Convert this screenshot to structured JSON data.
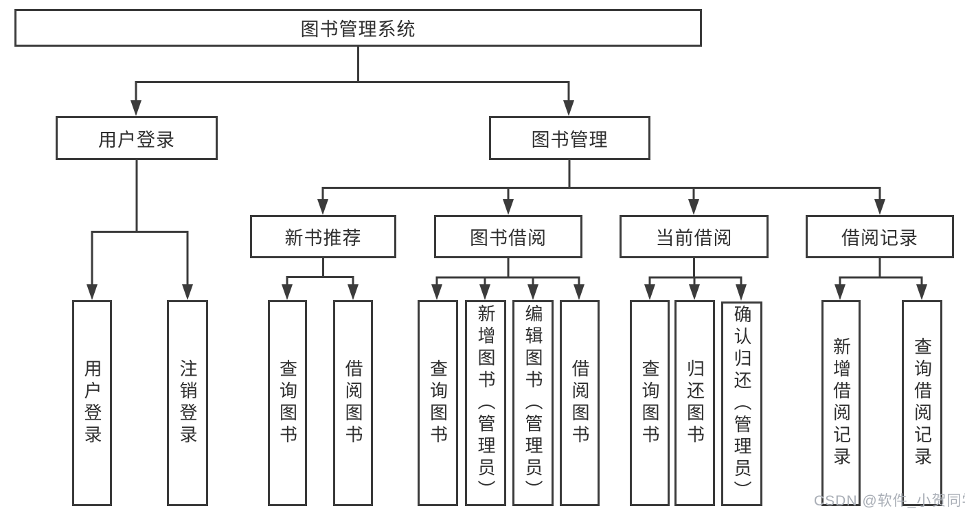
{
  "diagram": {
    "title": "图书管理系统",
    "watermark": "CSDN @软件_小贺同学",
    "colors": {
      "line": "#3b3b3b",
      "box_border": "#3b3b3b",
      "text": "#2f2f2f",
      "background": "#ffffff",
      "watermark": "#a9aeb6"
    },
    "nodes": {
      "root": {
        "label": "图书管理系统"
      },
      "user_login": {
        "label": "用户登录"
      },
      "book_mgmt": {
        "label": "图书管理"
      },
      "ul_login": {
        "label": "用户登录"
      },
      "ul_logout": {
        "label": "注销登录"
      },
      "new_book": {
        "label": "新书推荐"
      },
      "book_borrow": {
        "label": "图书借阅"
      },
      "current_borrow": {
        "label": "当前借阅"
      },
      "borrow_record": {
        "label": "借阅记录"
      },
      "nb_query": {
        "label": "查询图书"
      },
      "nb_borrow": {
        "label": "借阅图书"
      },
      "bb_query": {
        "label": "查询图书"
      },
      "bb_add": {
        "label": "新增图书（管理员）"
      },
      "bb_edit": {
        "label": "编辑图书（管理员）"
      },
      "bb_borrow": {
        "label": "借阅图书"
      },
      "cb_query": {
        "label": "查询图书"
      },
      "cb_return": {
        "label": "归还图书"
      },
      "cb_confirm": {
        "label": "确认归还（管理员）"
      },
      "br_add": {
        "label": "新增借阅记录"
      },
      "br_query": {
        "label": "查询借阅记录"
      }
    },
    "hierarchy": {
      "图书管理系统": {
        "用户登录": [
          "用户登录",
          "注销登录"
        ],
        "图书管理": {
          "新书推荐": [
            "查询图书",
            "借阅图书"
          ],
          "图书借阅": [
            "查询图书",
            "新增图书（管理员）",
            "编辑图书（管理员）",
            "借阅图书"
          ],
          "当前借阅": [
            "查询图书",
            "归还图书",
            "确认归还（管理员）"
          ],
          "借阅记录": [
            "新增借阅记录",
            "查询借阅记录"
          ]
        }
      }
    }
  }
}
